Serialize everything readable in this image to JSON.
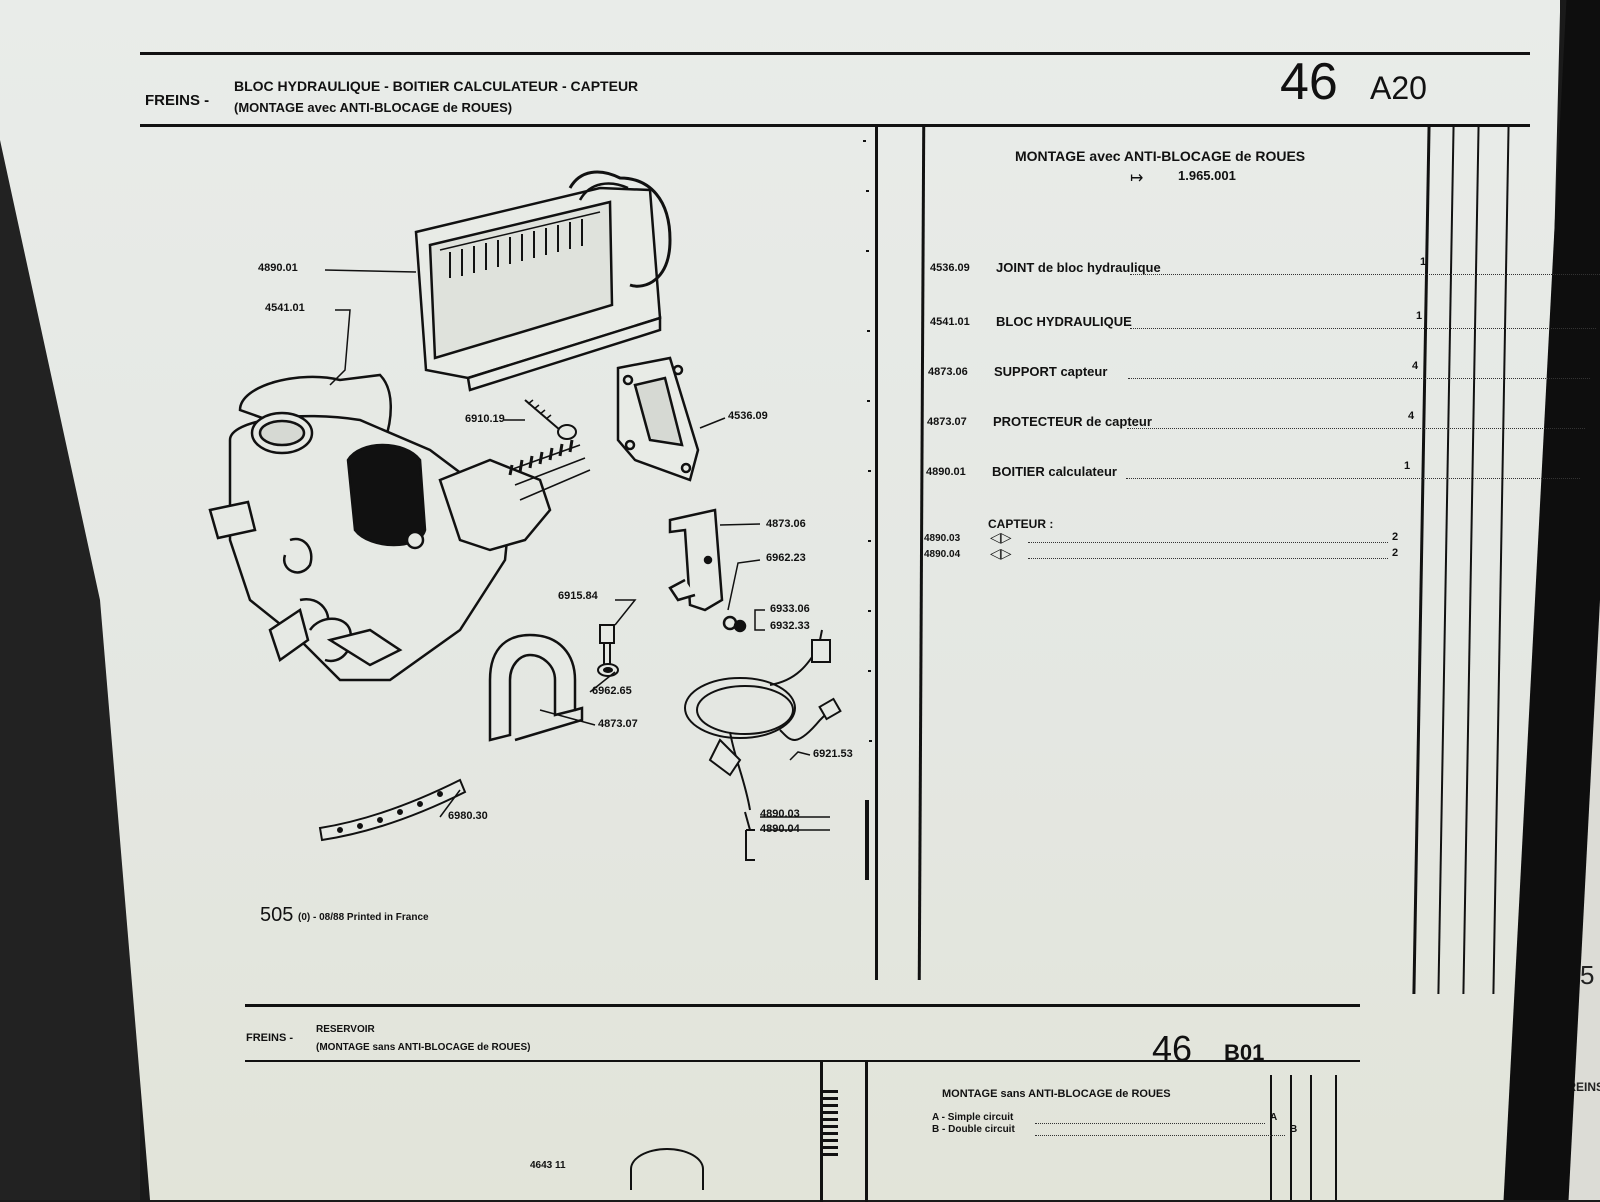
{
  "top_section": {
    "category": "FREINS -",
    "title_line1": "BLOC HYDRAULIQUE - BOITIER CALCULATEUR - CAPTEUR",
    "title_line2": "(MONTAGE avec ANTI-BLOCAGE de ROUES)",
    "page_number": "46",
    "page_code": "A20",
    "list_heading": "MONTAGE avec ANTI-BLOCAGE de ROUES",
    "list_subheading": "1.965.001",
    "parts": [
      {
        "ref": "4536.09",
        "desc": "JOINT de bloc hydraulique",
        "qty": "1"
      },
      {
        "ref": "4541.01",
        "desc": "BLOC HYDRAULIQUE",
        "qty": "1"
      },
      {
        "ref": "4873.06",
        "desc": "SUPPORT capteur",
        "qty": "4"
      },
      {
        "ref": "4873.07",
        "desc": "PROTECTEUR de capteur",
        "qty": "4"
      },
      {
        "ref": "4890.01",
        "desc": "BOITIER calculateur",
        "qty": "1"
      }
    ],
    "capteur_label": "CAPTEUR :",
    "capteur_parts": [
      {
        "ref": "4890.03",
        "qty": "2"
      },
      {
        "ref": "4890.04",
        "qty": "2"
      }
    ],
    "diagram_labels": {
      "l4890_01": "4890.01",
      "l4541_01": "4541.01",
      "l6910_19": "6910.19",
      "l4536_09": "4536.09",
      "l4873_06": "4873.06",
      "l6962_23": "6962.23",
      "l6915_84": "6915.84",
      "l6933_06": "6933.06",
      "l6932_33": "6932.33",
      "l6962_65": "6962.65",
      "l4873_07": "4873.07",
      "l6921_53": "6921.53",
      "l6980_30": "6980.30",
      "l4890_03": "4890.03",
      "l4890_04": "4890.04"
    },
    "footer_model": "505",
    "footer_suffix": "(0) - 08/88 Printed in France"
  },
  "bottom_section": {
    "category": "FREINS -",
    "title_line1": "RESERVOIR",
    "title_line2": "(MONTAGE sans ANTI-BLOCAGE de ROUES)",
    "page_number": "46",
    "page_code": "B01",
    "list_heading": "MONTAGE sans ANTI-BLOCAGE de ROUES",
    "variants": [
      {
        "text": "A - Simple circuit",
        "col": "A"
      },
      {
        "text": "B - Double circuit",
        "col": "B"
      }
    ],
    "partial_label": "4643 11"
  },
  "next_page": {
    "number": "5",
    "category": "FREINS"
  }
}
